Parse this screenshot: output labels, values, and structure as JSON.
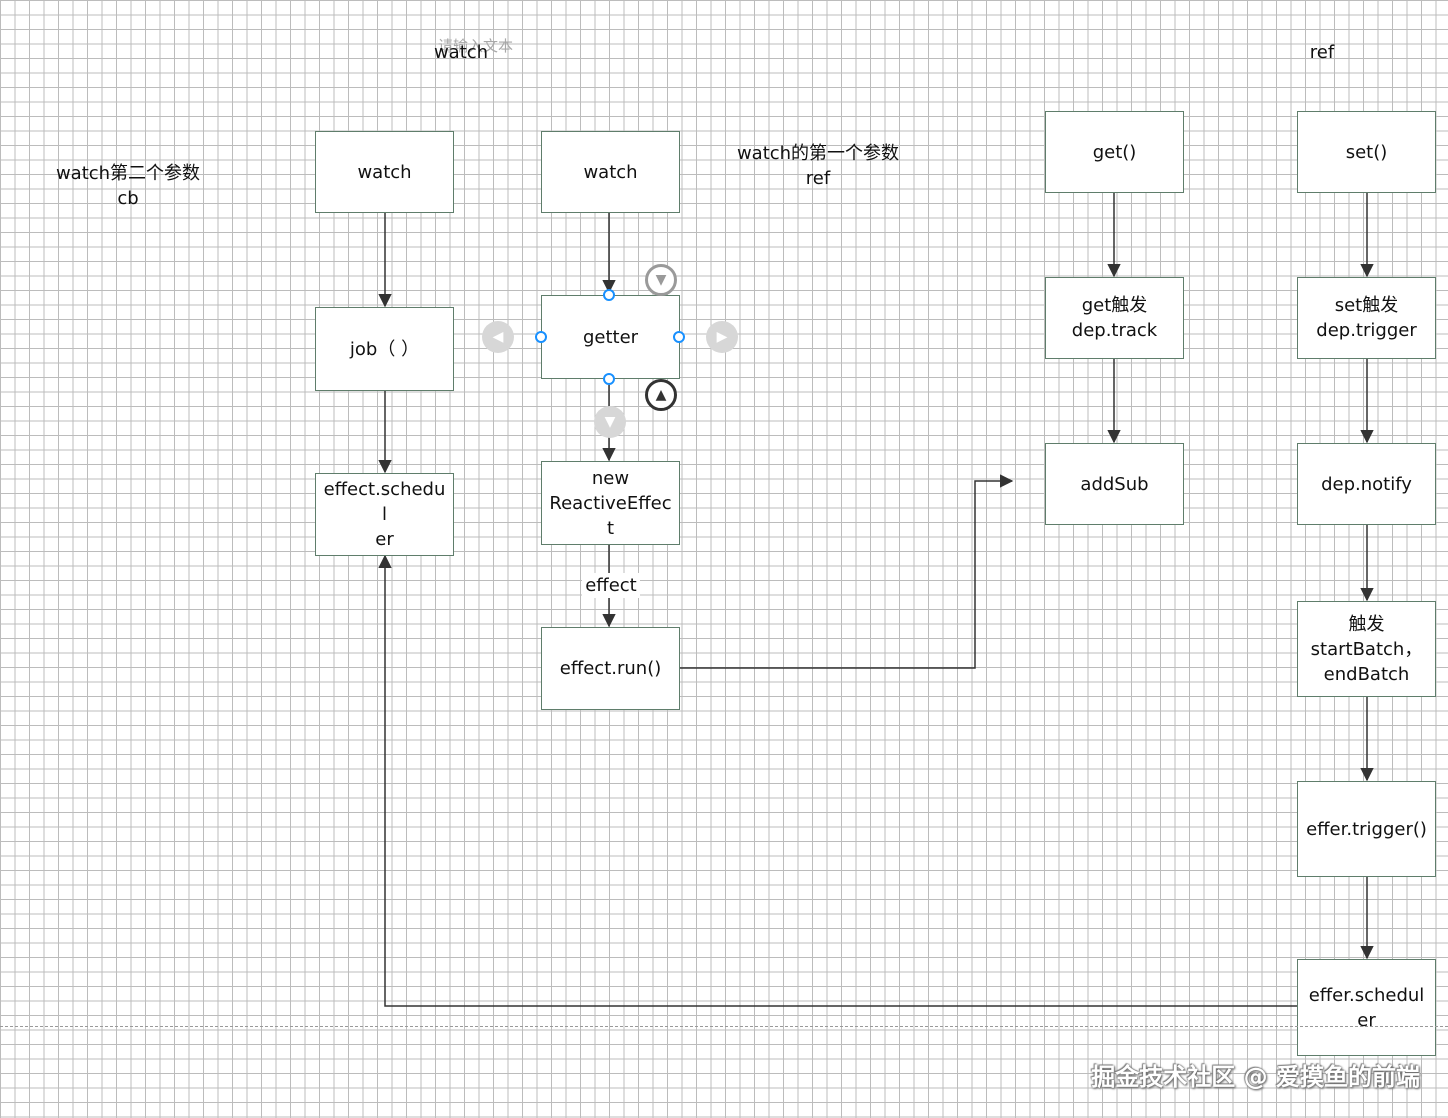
{
  "labels": {
    "watch_top": "watch",
    "placeholder": "请输入文本",
    "ref_top": "ref",
    "cb_note": "watch第二个参数\ncb",
    "first_param_note": "watch的第一个参数\nref",
    "effect_edge": "effect"
  },
  "nodes": {
    "watch_left": "watch",
    "job": "job（ ）",
    "scheduler_left": "effect.schedul\ner",
    "watch_mid": "watch",
    "getter": "getter",
    "new_effect": "new\nReactiveEffect",
    "effect_run": "effect.run()",
    "get": "get()",
    "get_track": "get触发\ndep.track",
    "add_sub": "addSub",
    "set": "set()",
    "set_trigger": "set触发\ndep.trigger",
    "dep_notify": "dep.notify",
    "batch": "触发\nstartBatch，\nendBatch",
    "effer_trigger": "effer.trigger()",
    "effer_scheduler": "effer.scheduler"
  },
  "controls": {
    "down_ring_icon": "chevron-down-circle-icon",
    "up_dark_icon": "chevron-up-circle-icon",
    "left_icon": "chevron-left-circle-icon",
    "right_icon": "chevron-right-circle-icon",
    "down_light_icon": "chevron-down-circle-icon"
  },
  "colors": {
    "node_border": "#5f7d6b",
    "edge": "#333333",
    "handle": "#1890ff",
    "grid": "#bcbcbc"
  },
  "watermark": "掘金技术社区 @ 爱摸鱼的前端"
}
